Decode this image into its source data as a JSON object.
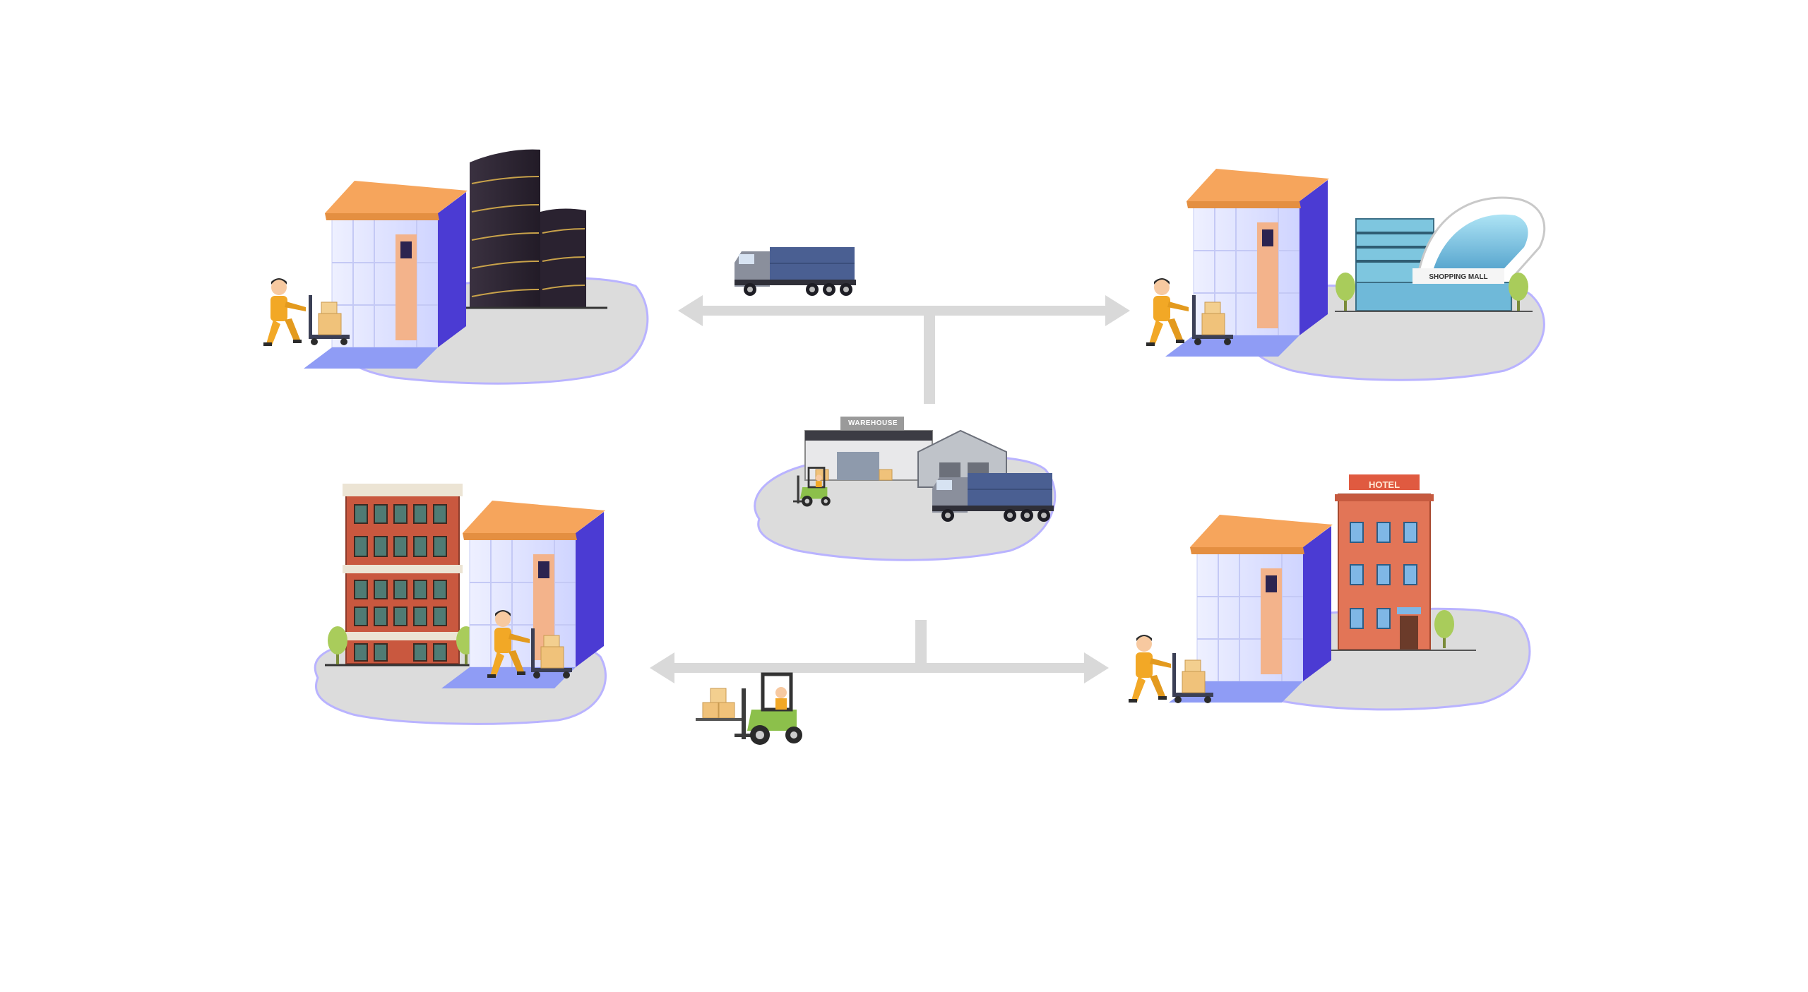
{
  "scene": {
    "background": "#ffffff",
    "labels": {
      "warehouse": "WAREHOUSE",
      "shopping_mall": "SHOPPING MALL",
      "hotel": "HOTEL"
    },
    "colors": {
      "ground": "#dcdcdc",
      "ground_outline": "#b9b3ff",
      "arrow": "#d9d9d9",
      "locker_roof": "#f6a55c",
      "locker_body": "#dfe2ff",
      "locker_side": "#4b3bd3",
      "locker_door": "#f3b38b",
      "worker": "#f2a826",
      "truck_cargo": "#4a5f92",
      "forklift": "#8cc04b",
      "office_tower": "#2f2733",
      "brick": "#c9583f",
      "hotel_wall": "#e27557",
      "mall_glass": "#6fb9d9"
    },
    "icons": [
      "locker-icon",
      "worker-icon",
      "truck-icon",
      "forklift-icon",
      "warehouse-icon",
      "office-tower-icon",
      "shopping-mall-icon",
      "apartment-building-icon",
      "hotel-icon",
      "tree-icon",
      "box-icon"
    ]
  }
}
